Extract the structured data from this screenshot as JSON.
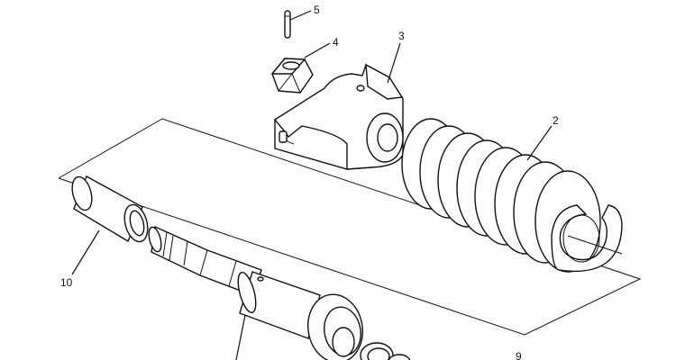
{
  "callouts": {
    "pin": "5",
    "nut": "4",
    "bracket": "3",
    "spring": "2",
    "sleeve": "10",
    "piston": "9"
  },
  "colors": {
    "line": "#111111",
    "part_fill": "#ffffff",
    "background": "#ffffff"
  }
}
